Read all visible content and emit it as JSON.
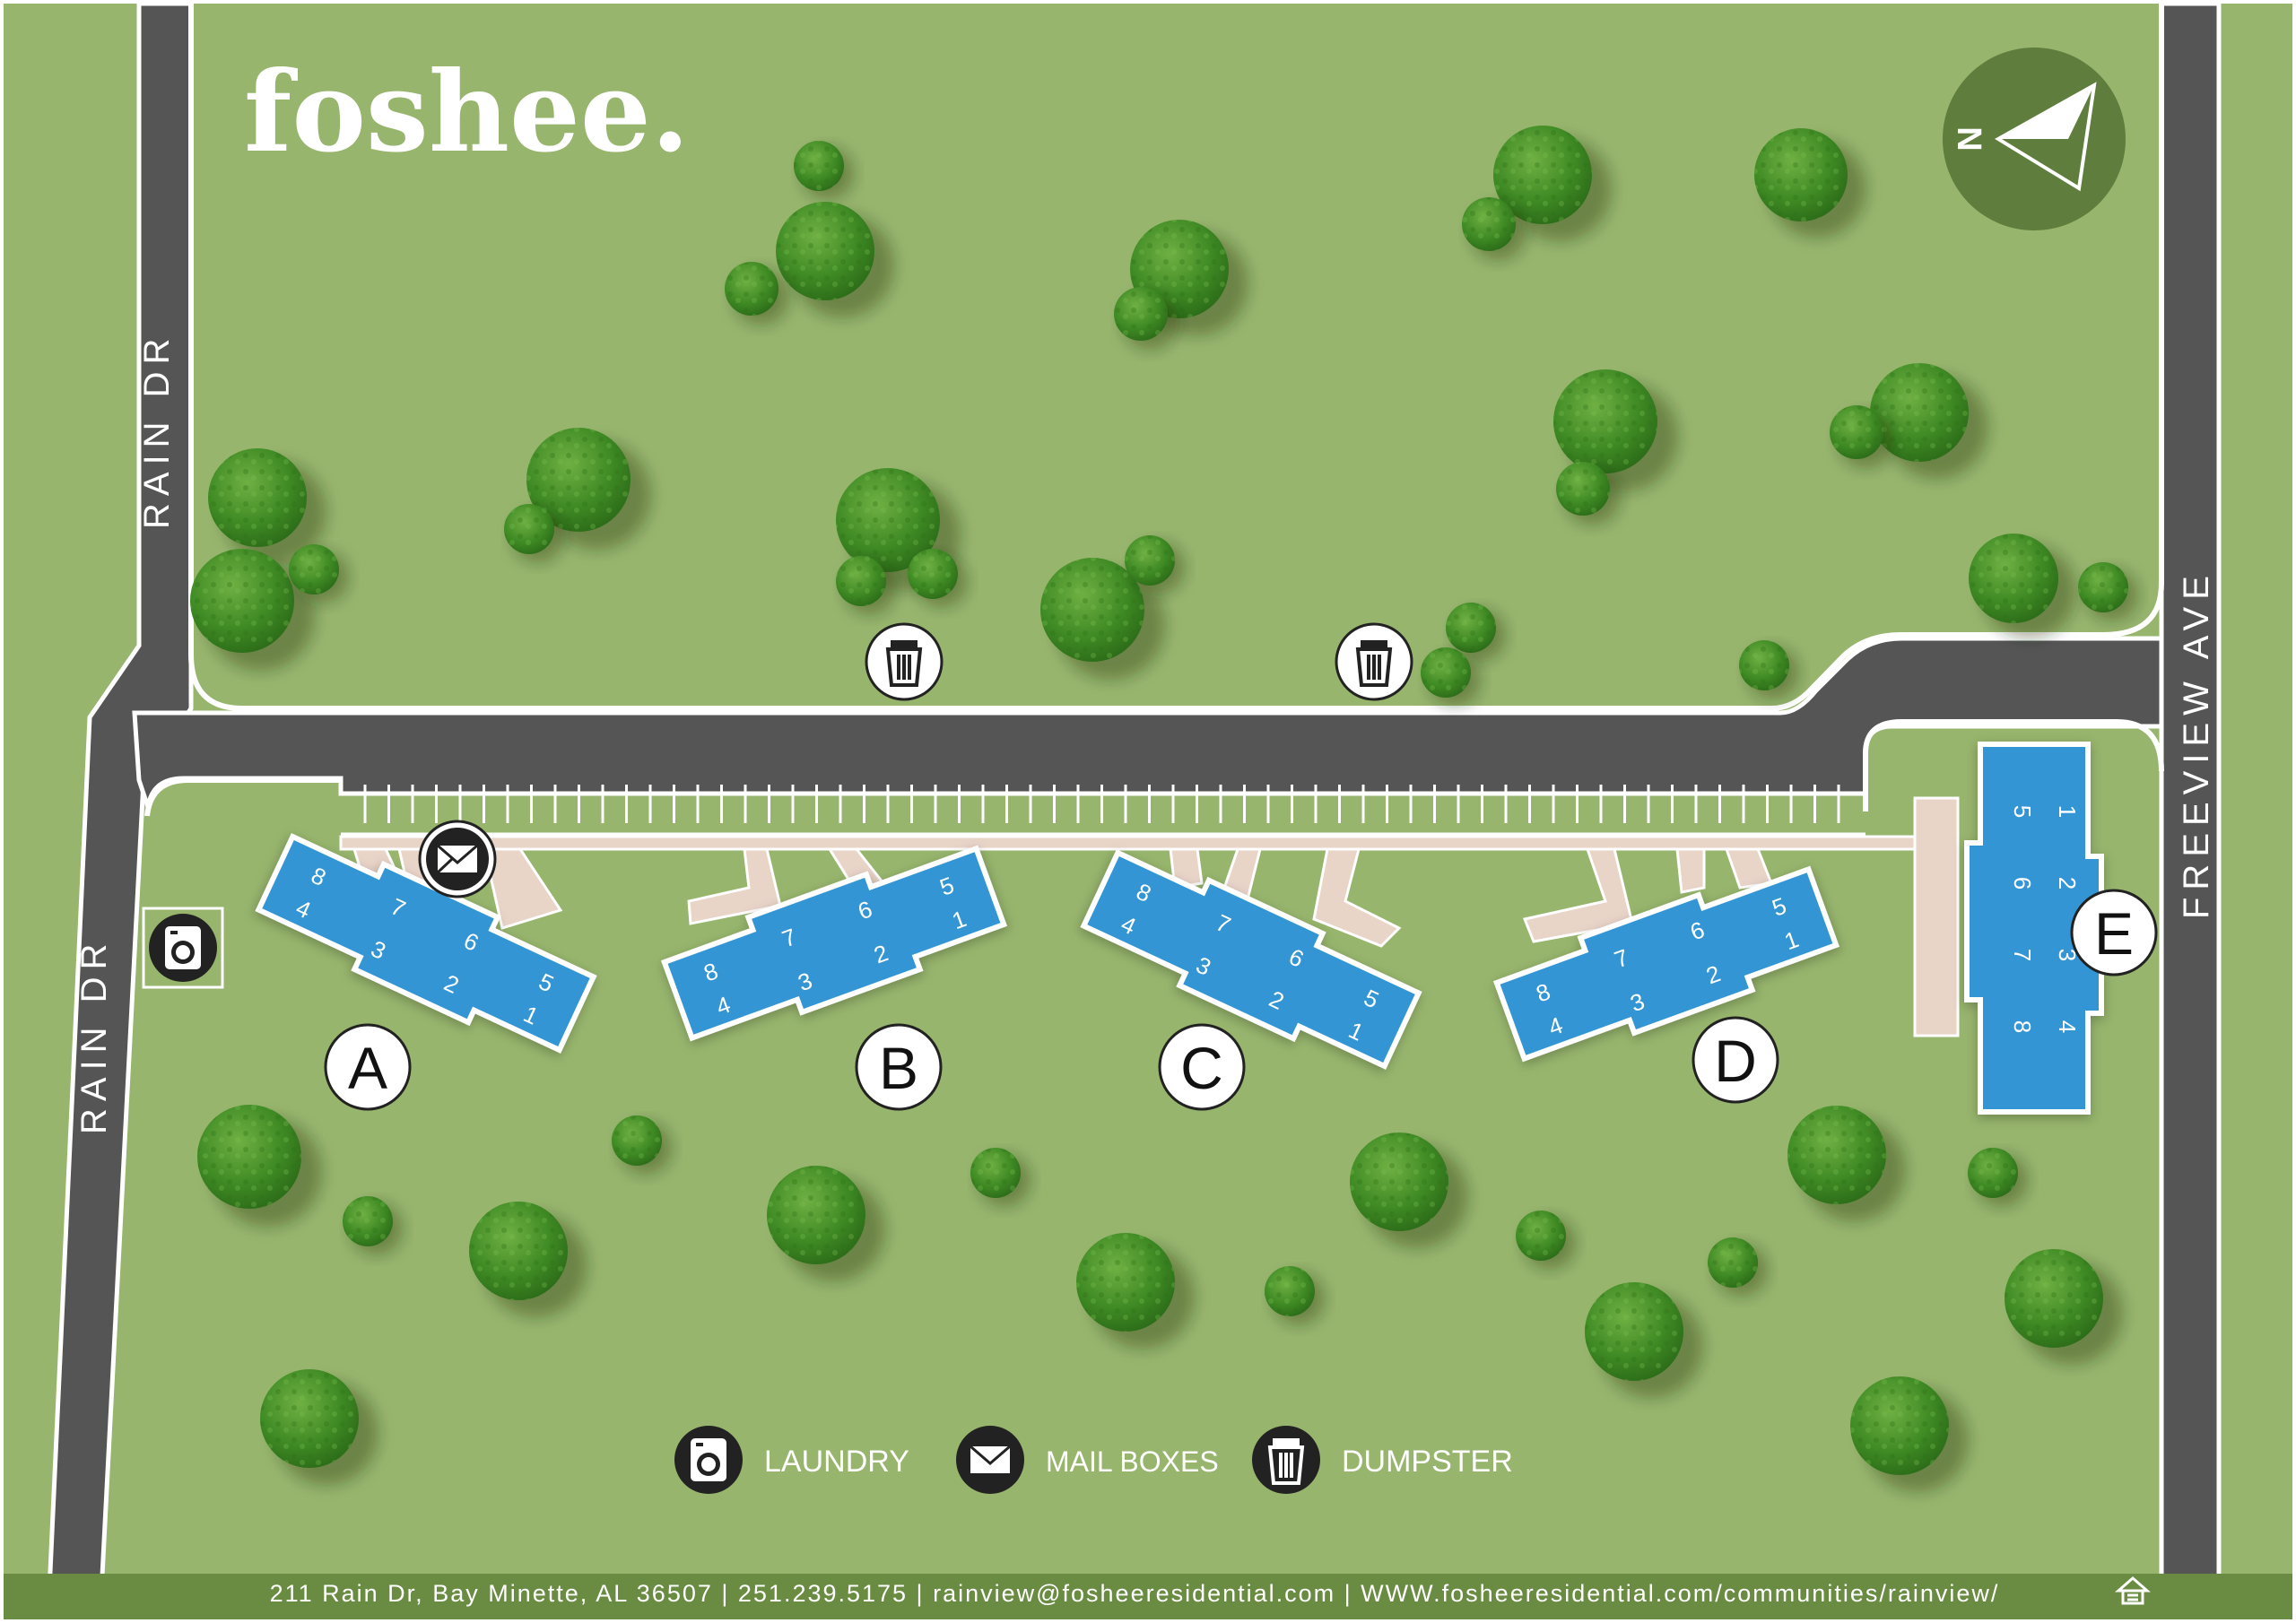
{
  "brand": {
    "name": "foshee."
  },
  "compass": {
    "label": "N"
  },
  "streets": {
    "west_upper": "RAIN DR",
    "west_lower": "RAIN DR",
    "east": "FREEVIEW AVE"
  },
  "buildings": [
    {
      "id": "A",
      "label": "A",
      "units_top": [
        "8",
        "7",
        "6",
        "5"
      ],
      "units_bottom": [
        "4",
        "3",
        "2",
        "1"
      ]
    },
    {
      "id": "B",
      "label": "B",
      "units_top": [
        "8",
        "7",
        "6",
        "5"
      ],
      "units_bottom": [
        "4",
        "3",
        "2",
        "1"
      ]
    },
    {
      "id": "C",
      "label": "C",
      "units_top": [
        "8",
        "7",
        "6",
        "5"
      ],
      "units_bottom": [
        "4",
        "3",
        "2",
        "1"
      ]
    },
    {
      "id": "D",
      "label": "D",
      "units_top": [
        "8",
        "7",
        "6",
        "5"
      ],
      "units_bottom": [
        "4",
        "3",
        "2",
        "1"
      ]
    },
    {
      "id": "E",
      "label": "E",
      "units_left": [
        "5",
        "6",
        "7",
        "8"
      ],
      "units_right": [
        "1",
        "2",
        "3",
        "4"
      ]
    }
  ],
  "amenities": [
    {
      "type": "laundry",
      "icon": "washing-machine-icon"
    },
    {
      "type": "mailboxes",
      "icon": "envelope-icon"
    },
    {
      "type": "dumpster",
      "icon": "trash-can-icon"
    },
    {
      "type": "dumpster",
      "icon": "trash-can-icon"
    }
  ],
  "legend": [
    {
      "icon": "washing-machine-icon",
      "label": "LAUNDRY"
    },
    {
      "icon": "envelope-icon",
      "label": "MAIL BOXES"
    },
    {
      "icon": "trash-can-icon",
      "label": "DUMPSTER"
    }
  ],
  "footer": {
    "text": "211 Rain Dr, Bay Minette, AL 36507 | 251.239.5175 | rainview@fosheeresidential.com | WWW.fosheeresidential.com/communities/rainview/",
    "icon": "equal-housing-icon"
  },
  "colors": {
    "grass": "#97b56d",
    "road": "#555555",
    "sidewalk": "#e9d4c8",
    "building": "#3395d4",
    "tree": "#4a8a2a",
    "footer_bar": "#6a8c42",
    "compass": "#5f7d3c"
  }
}
